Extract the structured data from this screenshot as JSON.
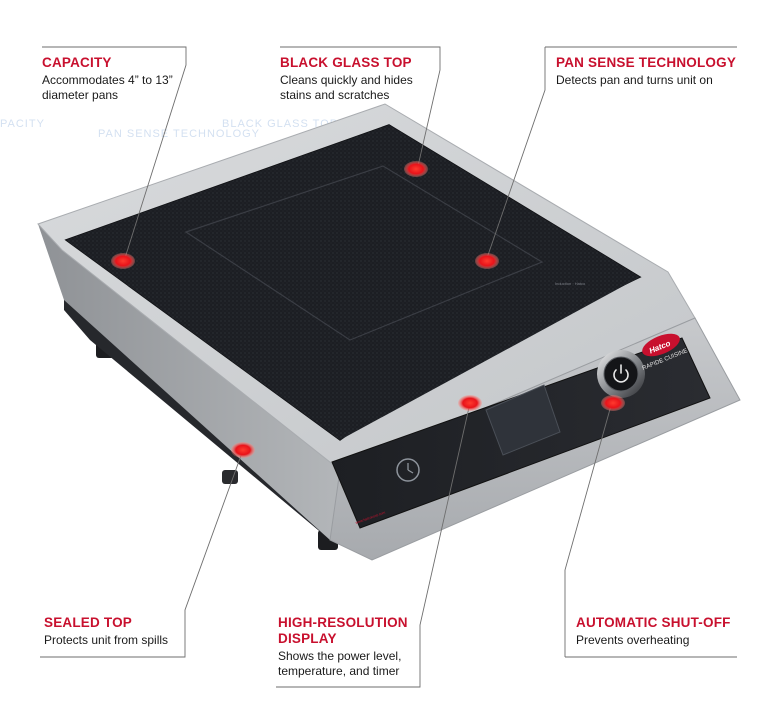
{
  "callouts": {
    "capacity": {
      "title": "CAPACITY",
      "desc_line1": "Accommodates 4” to 13”",
      "desc_line2": "diameter pans"
    },
    "glass_top": {
      "title": "BLACK GLASS TOP",
      "desc_line1": "Cleans quickly and hides",
      "desc_line2": "stains and scratches"
    },
    "pan_sense": {
      "title": "PAN SENSE TECHNOLOGY",
      "desc_line1": "Detects pan and turns unit on"
    },
    "sealed_top": {
      "title": "SEALED TOP",
      "desc_line1": "Protects unit from spills"
    },
    "display": {
      "title_line1": "HIGH-RESOLUTION",
      "title_line2": "DISPLAY",
      "desc_line1": "Shows the power level,",
      "desc_line2": "temperature, and timer"
    },
    "shut_off": {
      "title": "AUTOMATIC SHUT-OFF",
      "desc_line1": "Prevents overheating"
    }
  },
  "ghost_text": {
    "a": "PACITY",
    "b": "PAN SENSE TECHNOLOGY",
    "c": "BLACK GLASS TOP"
  },
  "product": {
    "brand": "Hatco",
    "product_line": "RAPIDE CUISINE",
    "glass_print": "Induction · Hatco",
    "website": "www.hatcocorp.com"
  },
  "colors": {
    "accent_red": "#c8102e",
    "marker_red": "#e8131a",
    "glass": "#1b1d22",
    "steel": "#b5b8bc"
  },
  "icons": {
    "timer": "clock-icon",
    "power": "power-icon"
  }
}
